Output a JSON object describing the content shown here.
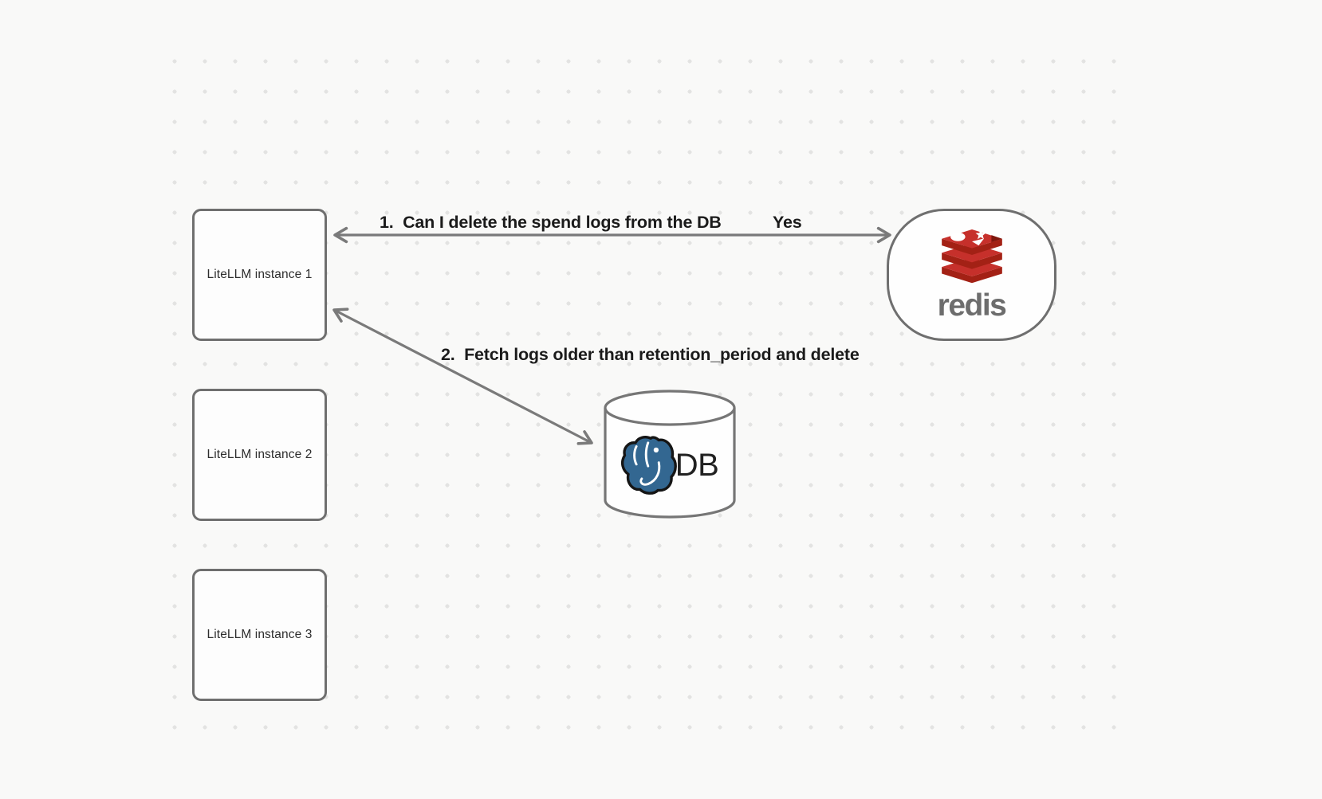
{
  "canvas": {
    "background": "#f9f9f8",
    "dot_color": "#e3e3e2",
    "stroke_color": "#767676",
    "text_color": "#1b1b1b"
  },
  "instances": [
    {
      "label": "LiteLLM instance 1"
    },
    {
      "label": "LiteLLM instance 2"
    },
    {
      "label": "LiteLLM instance 3"
    }
  ],
  "redis": {
    "wordmark": "redis",
    "icon": "redis-logo-icon",
    "logo_red": "#c6302b",
    "logo_red_dark": "#a32115",
    "wordmark_color": "#6d6d6d"
  },
  "database": {
    "label": "DB",
    "icon": "postgresql-icon",
    "postgres_blue": "#336791"
  },
  "edges": {
    "edge1": {
      "label": "1.  Can I delete the spend logs from the DB",
      "response": "Yes"
    },
    "edge2": {
      "label": "2.  Fetch logs older than retention_period and delete"
    }
  }
}
